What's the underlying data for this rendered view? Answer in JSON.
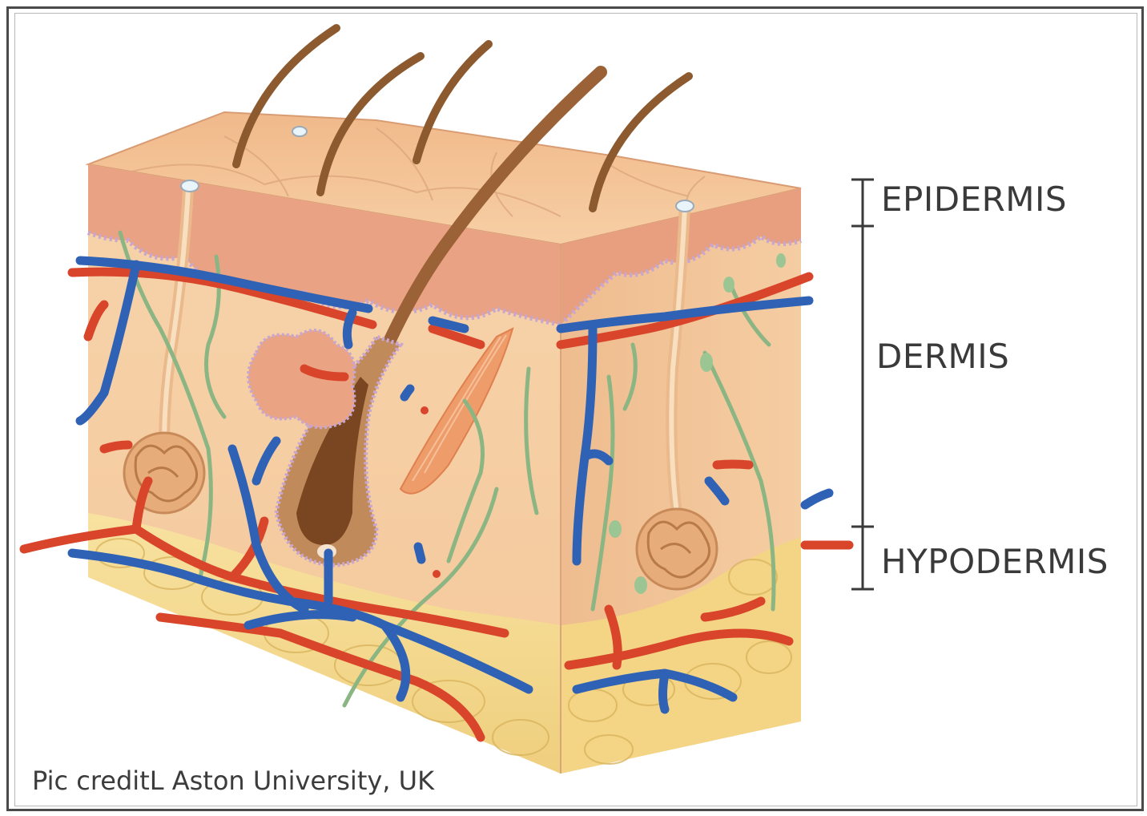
{
  "labels": {
    "epidermis": "EPIDERMIS",
    "dermis": "DERMIS",
    "hypodermis": "HYPODERMIS"
  },
  "credit": "Pic creditL Aston University, UK",
  "colors": {
    "frame": "#4a4a4a",
    "skin_surface": "#f3c195",
    "epidermis": "#e9a384",
    "dermis": "#f6cfa2",
    "hypodermis_fat": "#f6d98a",
    "artery": "#d9452b",
    "vein": "#2f62b5",
    "nerve": "#8bb583",
    "hair": "#9a6236",
    "bracket": "#3a3a3a"
  }
}
